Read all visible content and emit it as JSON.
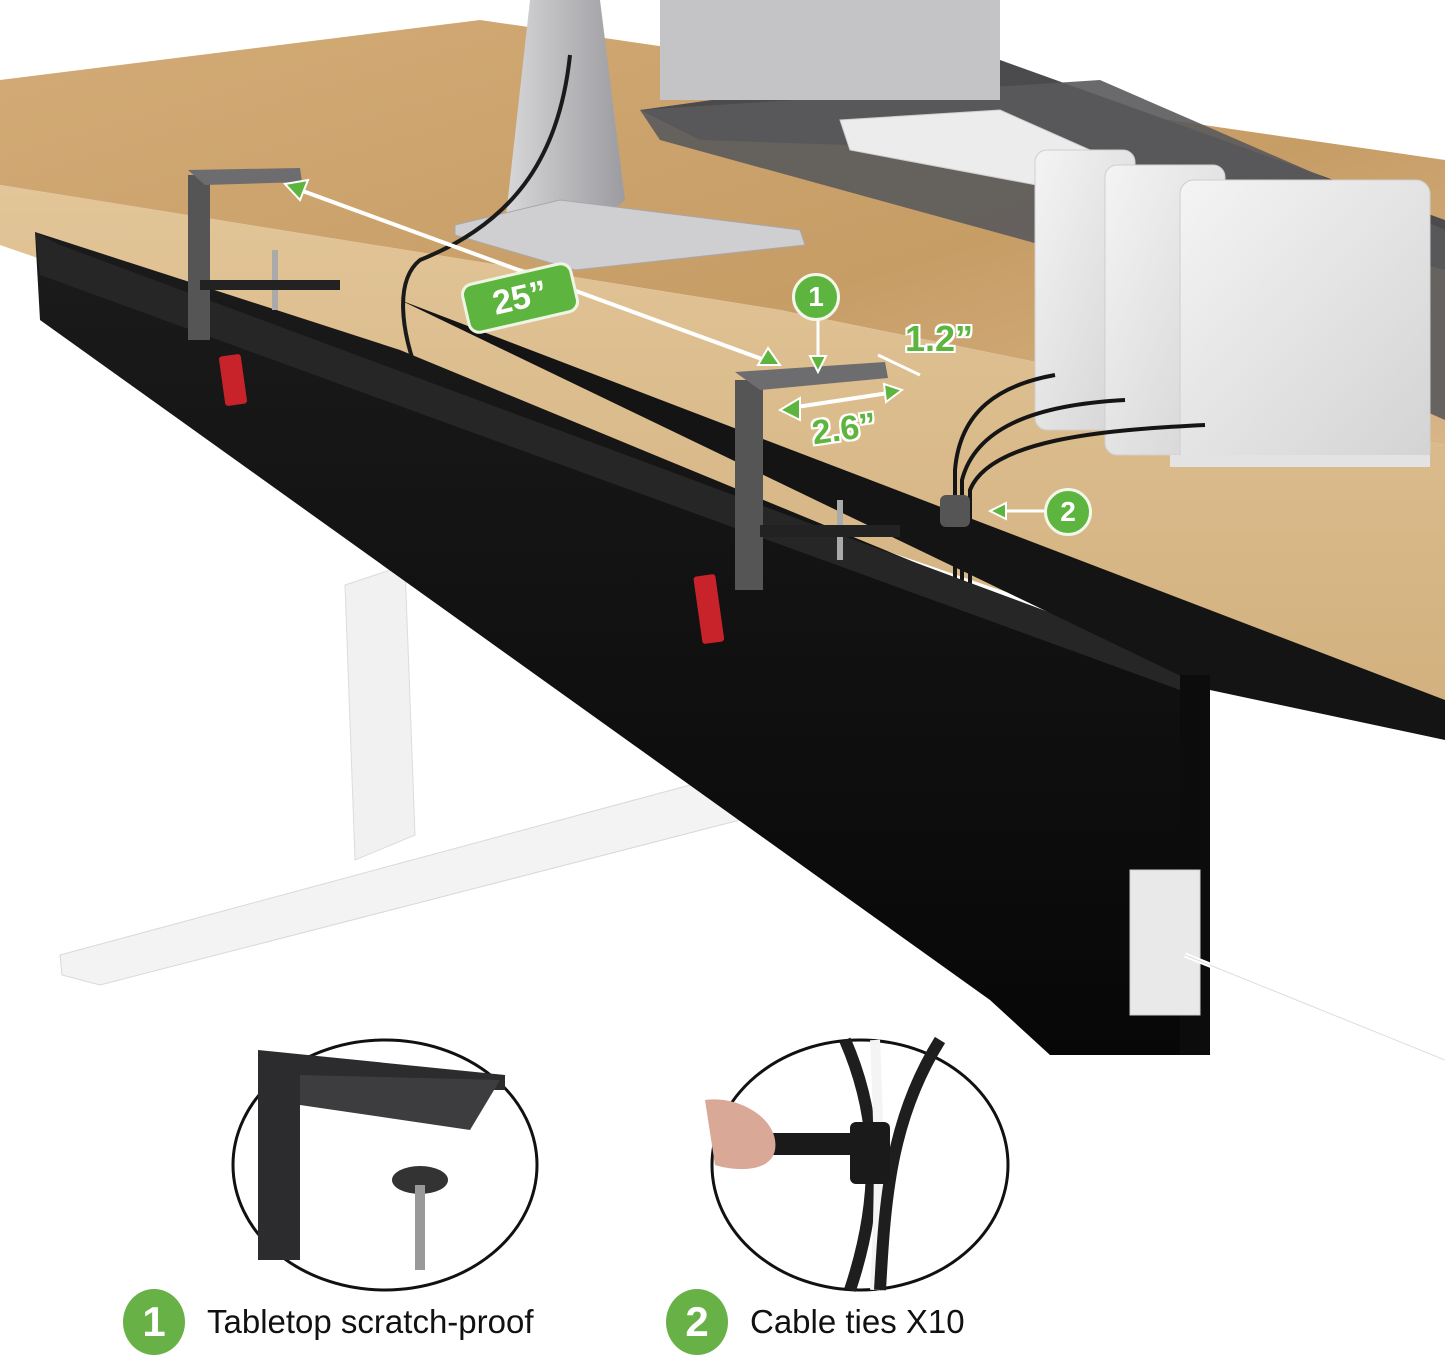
{
  "image": {
    "subject": "under-desk cable management tray with clamps",
    "colors": {
      "accent_green": "#5db53f",
      "desk_wood": "#c9a06a",
      "tray_black": "#111111",
      "pull_tab_red": "#c8232a",
      "leg_white": "#f2f2f2"
    }
  },
  "dimensions": {
    "length": "25”",
    "clamp_depth": "2.6”",
    "clamp_thickness": "1.2”"
  },
  "callouts": [
    {
      "number": "1",
      "target": "clamp-pad"
    },
    {
      "number": "2",
      "target": "cable-tie"
    }
  ],
  "features": [
    {
      "number": "1",
      "label": "Tabletop scratch-proof"
    },
    {
      "number": "2",
      "label": "Cable ties X10"
    }
  ]
}
